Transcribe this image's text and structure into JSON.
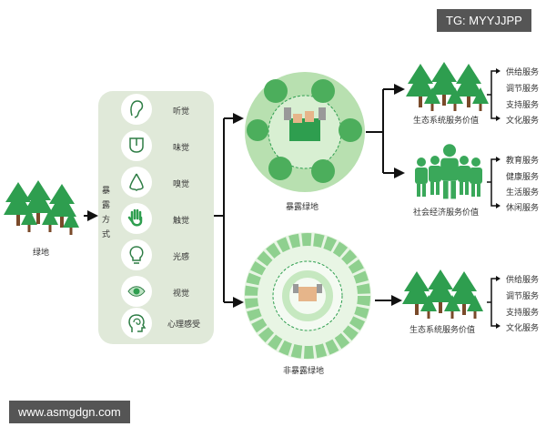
{
  "watermarks": {
    "top": "TG: MYYJJPP",
    "bottom": "www.asmgdgn.com"
  },
  "green_space": "绿地",
  "exposure_mode": "暴露方式",
  "senses": [
    {
      "icon": "ear-icon",
      "label": "听觉"
    },
    {
      "icon": "tongue-icon",
      "label": "味觉"
    },
    {
      "icon": "nose-icon",
      "label": "嗅觉"
    },
    {
      "icon": "hand-icon",
      "label": "触觉"
    },
    {
      "icon": "lightbulb-icon",
      "label": "光感"
    },
    {
      "icon": "eye-icon",
      "label": "视觉"
    },
    {
      "icon": "head-brain-icon",
      "label": "心理感受"
    }
  ],
  "exposed": "暴露绿地",
  "non_exposed": "非暴露绿地",
  "eco_value": "生态系统服务价值",
  "eco_services": [
    "供给服务",
    "调节服务",
    "支持服务",
    "文化服务"
  ],
  "socio_value": "社会经济服务价值",
  "socio_services": [
    "教育服务",
    "健康服务",
    "生活服务",
    "休闲服务"
  ],
  "colors": {
    "green": "#2e9e4f",
    "light": "#8fd08f",
    "panel": "#e0e9d9"
  }
}
